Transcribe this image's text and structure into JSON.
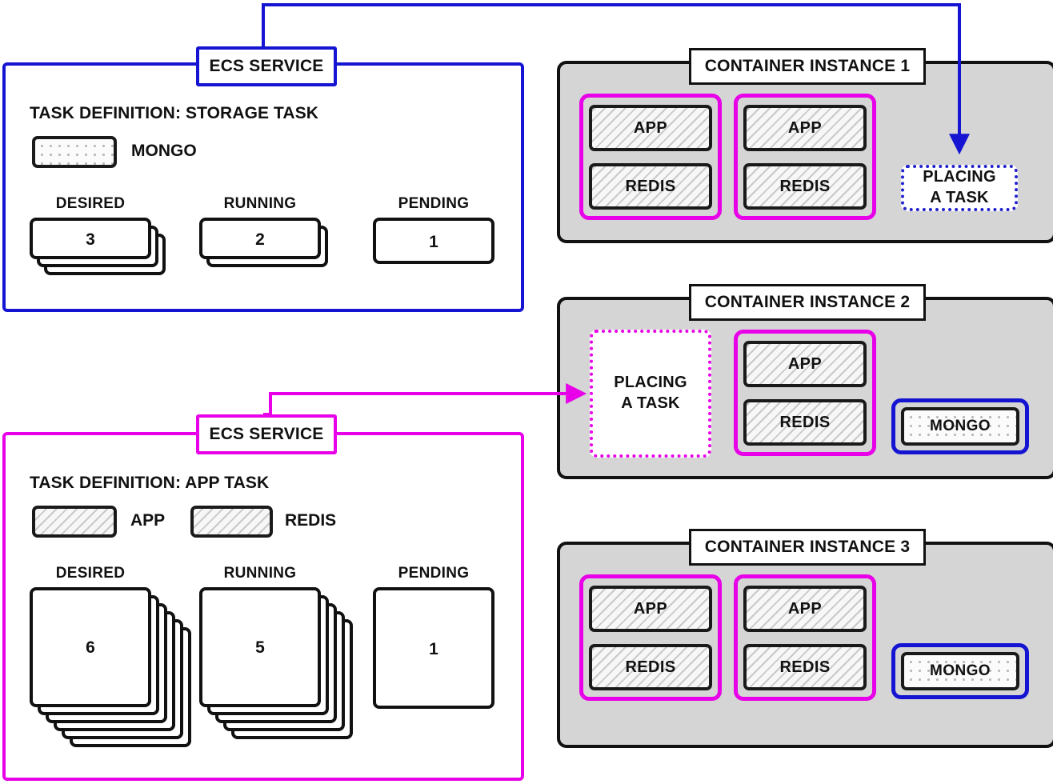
{
  "colors": {
    "blue": "#1414d2",
    "magenta": "#e800e8",
    "ink": "#111111",
    "instance_fill": "#d5d5d5"
  },
  "services": [
    {
      "id": "storage-service",
      "accent": "blue",
      "title": "ECS SERVICE",
      "task_definition_label": "TASK DEFINITION: STORAGE TASK",
      "legend": [
        {
          "name": "MONGO",
          "pattern": "dots"
        }
      ],
      "counters": [
        {
          "label": "DESIRED",
          "value": "3",
          "stack": 3
        },
        {
          "label": "RUNNING",
          "value": "2",
          "stack": 2
        },
        {
          "label": "PENDING",
          "value": "1",
          "stack": 1
        }
      ]
    },
    {
      "id": "app-service",
      "accent": "magenta",
      "title": "ECS SERVICE",
      "task_definition_label": "TASK DEFINITION: APP TASK",
      "legend": [
        {
          "name": "APP",
          "pattern": "hatch"
        },
        {
          "name": "REDIS",
          "pattern": "hatch"
        }
      ],
      "counters": [
        {
          "label": "DESIRED",
          "value": "6",
          "stack": 6
        },
        {
          "label": "RUNNING",
          "value": "5",
          "stack": 5
        },
        {
          "label": "PENDING",
          "value": "1",
          "stack": 1
        }
      ]
    }
  ],
  "instances": [
    {
      "id": "container-instance-1",
      "title": "CONTAINER INSTANCE 1",
      "task_groups": [
        {
          "accent": "magenta",
          "containers": [
            "APP",
            "REDIS"
          ]
        },
        {
          "accent": "magenta",
          "containers": [
            "APP",
            "REDIS"
          ]
        }
      ],
      "mongo": null,
      "placing": {
        "lines": [
          "PLACING",
          "A TASK"
        ],
        "accent": "blue"
      }
    },
    {
      "id": "container-instance-2",
      "title": "CONTAINER INSTANCE 2",
      "task_groups": [
        {
          "accent": "magenta",
          "containers": [
            "APP",
            "REDIS"
          ]
        }
      ],
      "mongo": {
        "label": "MONGO",
        "accent": "blue"
      },
      "placing": {
        "lines": [
          "PLACING",
          "A TASK"
        ],
        "accent": "magenta"
      }
    },
    {
      "id": "container-instance-3",
      "title": "CONTAINER INSTANCE 3",
      "task_groups": [
        {
          "accent": "magenta",
          "containers": [
            "APP",
            "REDIS"
          ]
        },
        {
          "accent": "magenta",
          "containers": [
            "APP",
            "REDIS"
          ]
        }
      ],
      "mongo": {
        "label": "MONGO",
        "accent": "blue"
      },
      "placing": null
    }
  ],
  "connectors": [
    {
      "id": "storage-service-to-instance-1",
      "color": "#1414d2",
      "from": "ECS SERVICE (storage task)",
      "to": "PLACING A TASK on CONTAINER INSTANCE 1"
    },
    {
      "id": "app-service-to-instance-2",
      "color": "#e800e8",
      "from": "ECS SERVICE (app task)",
      "to": "PLACING A TASK on CONTAINER INSTANCE 2"
    }
  ]
}
